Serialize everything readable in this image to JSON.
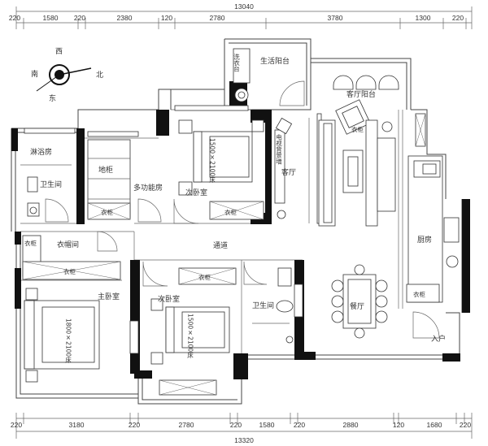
{
  "dimensions": {
    "top_total": "13040",
    "top": [
      "220",
      "1580",
      "220",
      "2380",
      "120",
      "2780",
      "3780",
      "1300",
      "220"
    ],
    "bottom_total": "13320",
    "bottom": [
      "220",
      "3180",
      "220",
      "2780",
      "220",
      "1580",
      "220",
      "2880",
      "120",
      "1680",
      "220"
    ]
  },
  "compass": {
    "south": "南",
    "west": "西",
    "east": "东",
    "north": "北"
  },
  "rooms": {
    "living_balcony": "生活阳台",
    "washer": "洗衣台",
    "lounge_balcony": "客厅阳台",
    "shower": "淋浴房",
    "bathroom_1": "卫生间",
    "floor_cabinet": "地柜",
    "multi_room": "多功能房",
    "second_bedroom_1": "次卧室",
    "living_room": "客厅",
    "wardrobe_room": "衣帽间",
    "corridor": "通道",
    "kitchen": "厨房",
    "master_bedroom": "主卧室",
    "second_bedroom_2": "次卧室",
    "bathroom_2": "卫生间",
    "dining": "餐厅",
    "entry": "入户",
    "tv_cabinet": "电视背景墙"
  },
  "closet_labels": {
    "c1": "衣柜",
    "c2": "衣柜",
    "c3": "衣柜",
    "c4": "衣柜",
    "c5": "衣柜",
    "c6": "衣柜",
    "c7": "衣柜"
  },
  "bed_labels": {
    "b1": "1500×2100床",
    "b2": "1800×2100床",
    "b3": "1500×2100床"
  }
}
